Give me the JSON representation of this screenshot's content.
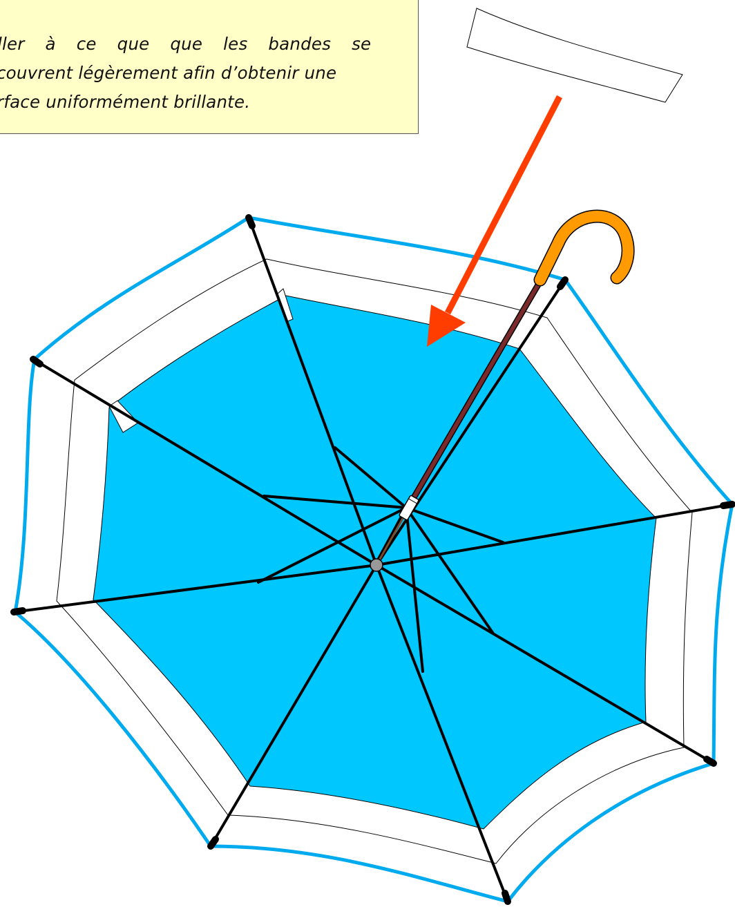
{
  "note": {
    "lines": [
      "iller à ce que que les bandes se",
      "couvrent légèrement afin d’obtenir une",
      "rface uniformément brillante."
    ]
  },
  "colors": {
    "canopy": "#00c8ff",
    "canopy_edge": "#00aaee",
    "arrow": "#ff3d00",
    "handle": "#ff9a00",
    "shaft": "#7a2a2a",
    "note_background": "#ffffc7",
    "rib": "#000000"
  }
}
